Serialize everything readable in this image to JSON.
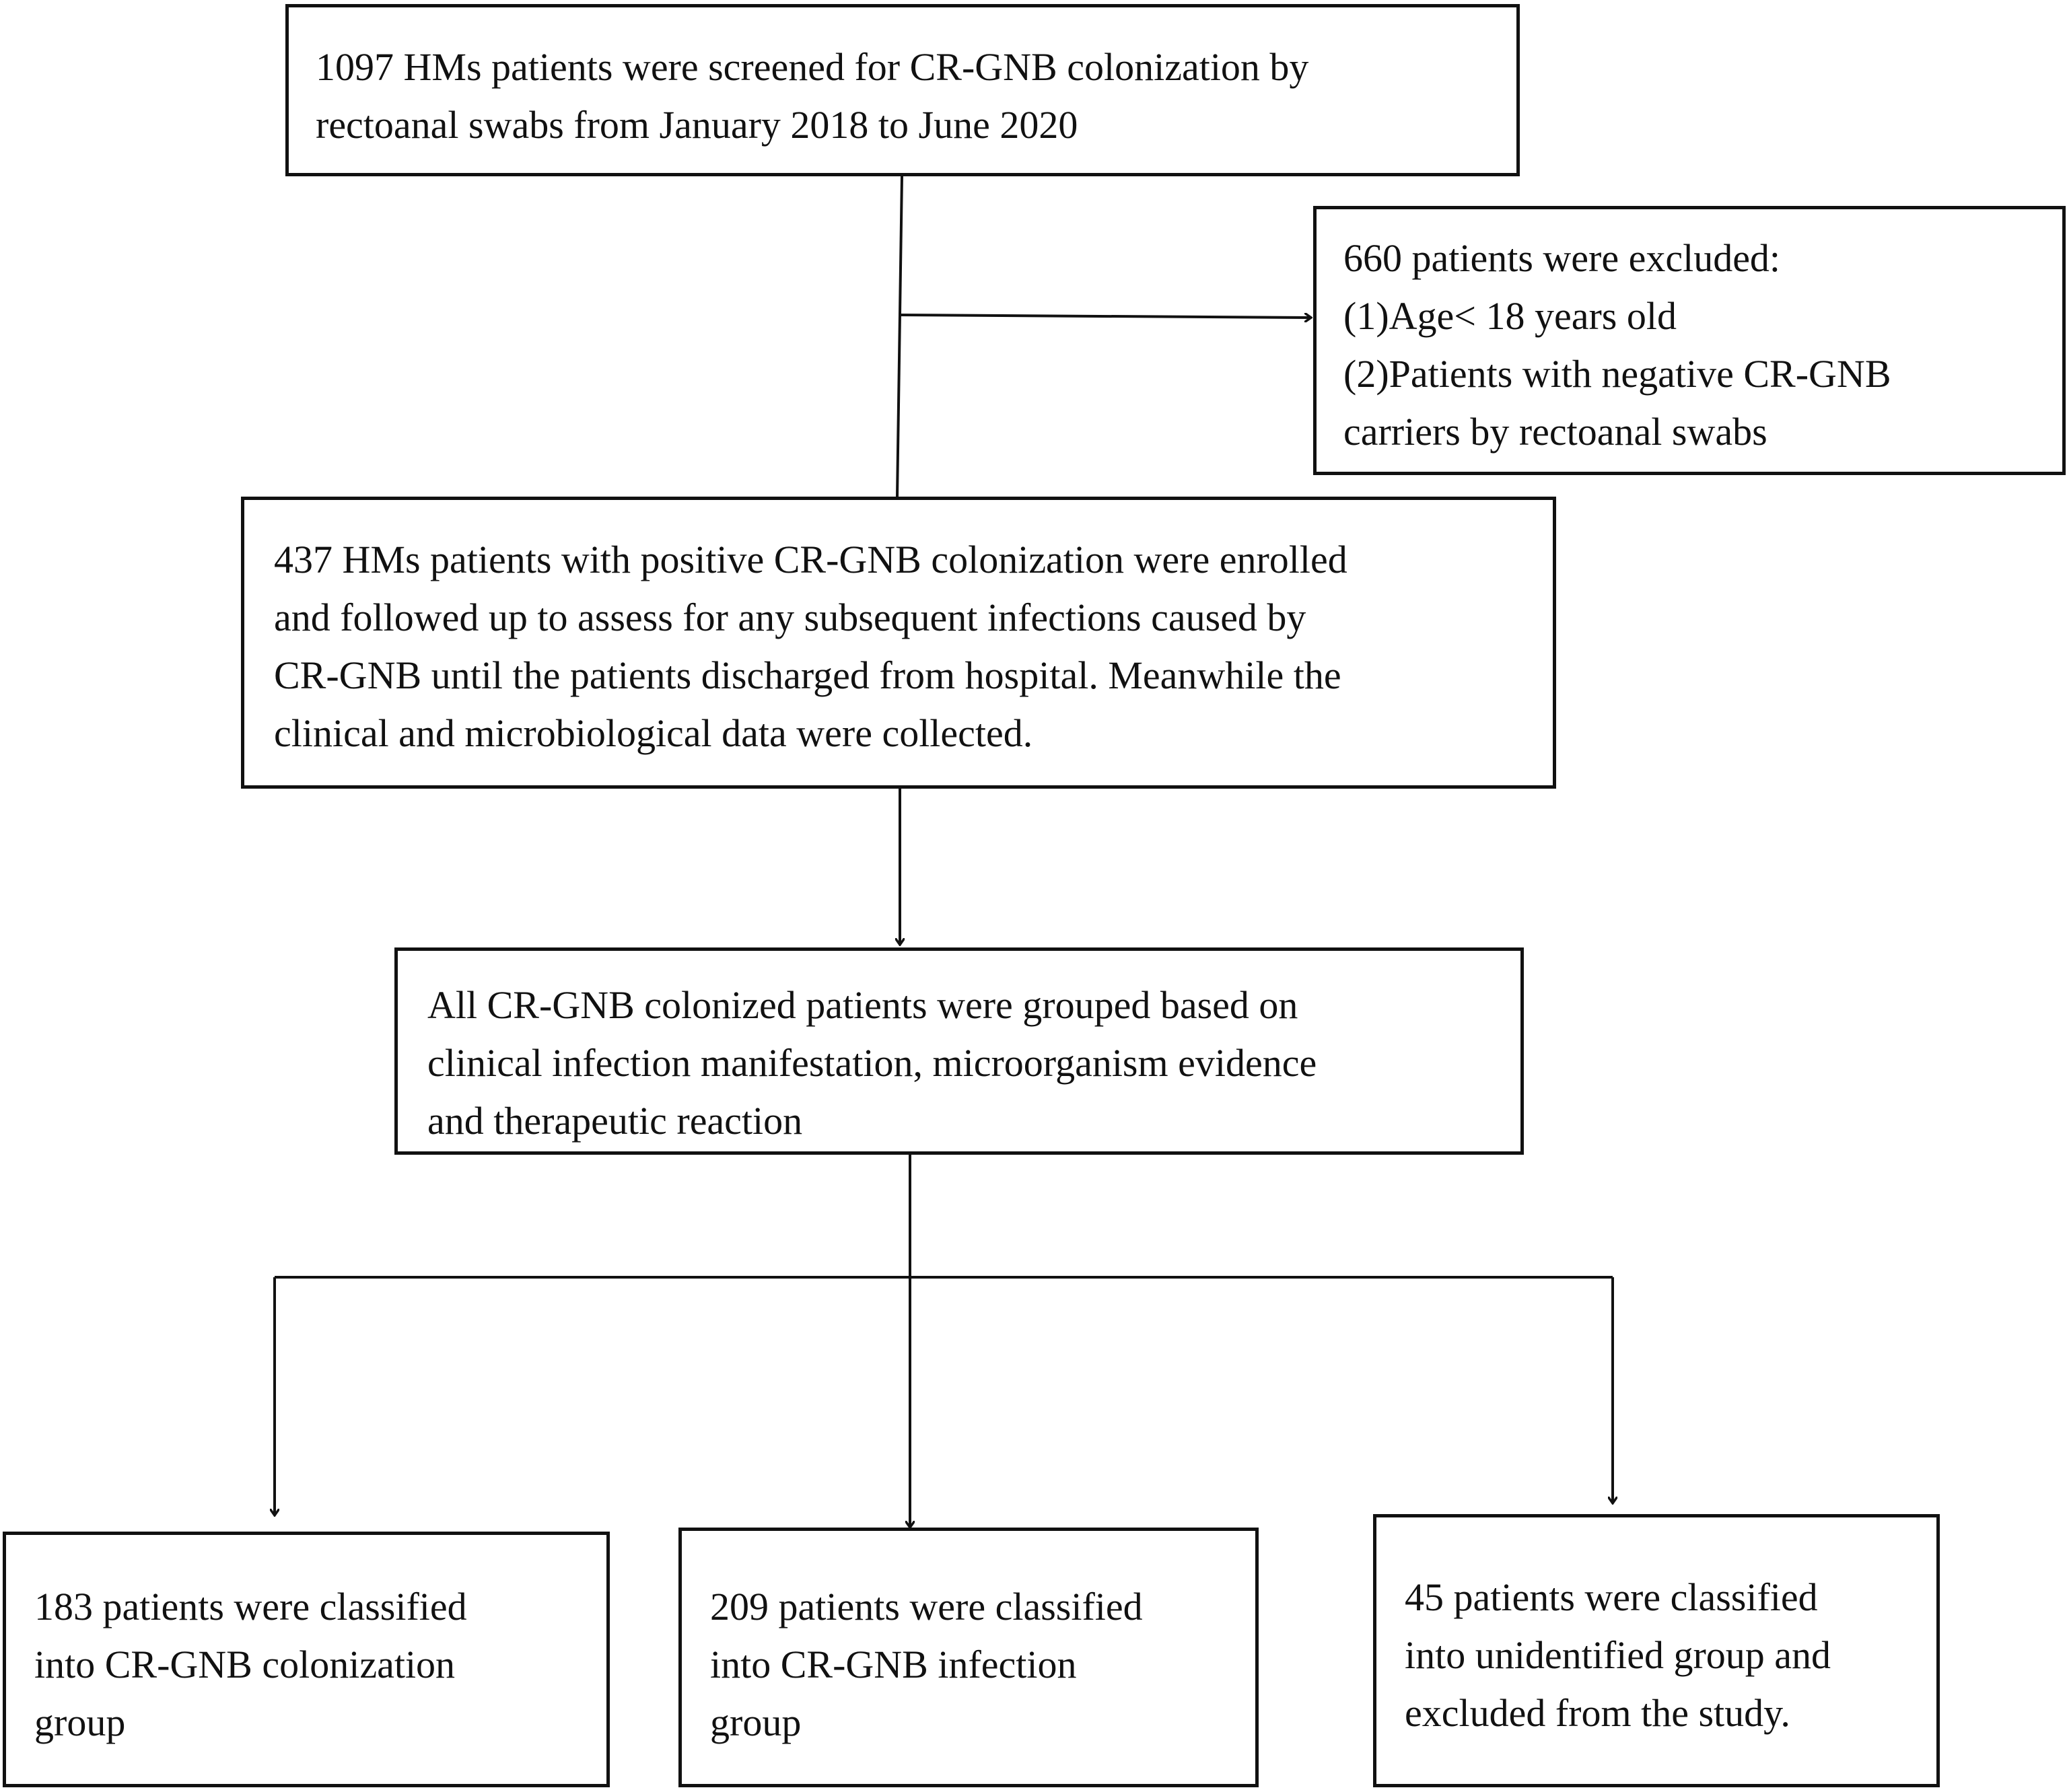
{
  "boxes": [
    {
      "id": "screening",
      "lines": [
        "1097 HMs patients were screened for CR-GNB colonization by",
        "rectoanal swabs from January 2018 to June 2020"
      ]
    },
    {
      "id": "excluded",
      "lines": [
        "660 patients were excluded:",
        "(1)Age< 18 years old",
        "(2)Patients with negative CR-GNB",
        "carriers by rectoanal swabs"
      ]
    },
    {
      "id": "enrolled",
      "lines": [
        "437 HMs patients with positive CR-GNB colonization were enrolled",
        "and followed up to assess for any subsequent infections caused by",
        "CR-GNB until the patients discharged from hospital. Meanwhile the",
        "clinical and microbiological data were collected."
      ]
    },
    {
      "id": "grouped",
      "lines": [
        "All CR-GNB colonized patients were grouped based on",
        "clinical infection manifestation, microorganism evidence",
        "and therapeutic reaction"
      ]
    },
    {
      "id": "colonization-group",
      "lines": [
        "183 patients were classified",
        "into CR-GNB colonization",
        "group"
      ]
    },
    {
      "id": "infection-group",
      "lines": [
        "209 patients were classified",
        "into CR-GNB infection",
        "group"
      ]
    },
    {
      "id": "unidentified-group",
      "lines": [
        "45 patients were classified",
        "into unidentified group and",
        "excluded from the study."
      ]
    }
  ]
}
